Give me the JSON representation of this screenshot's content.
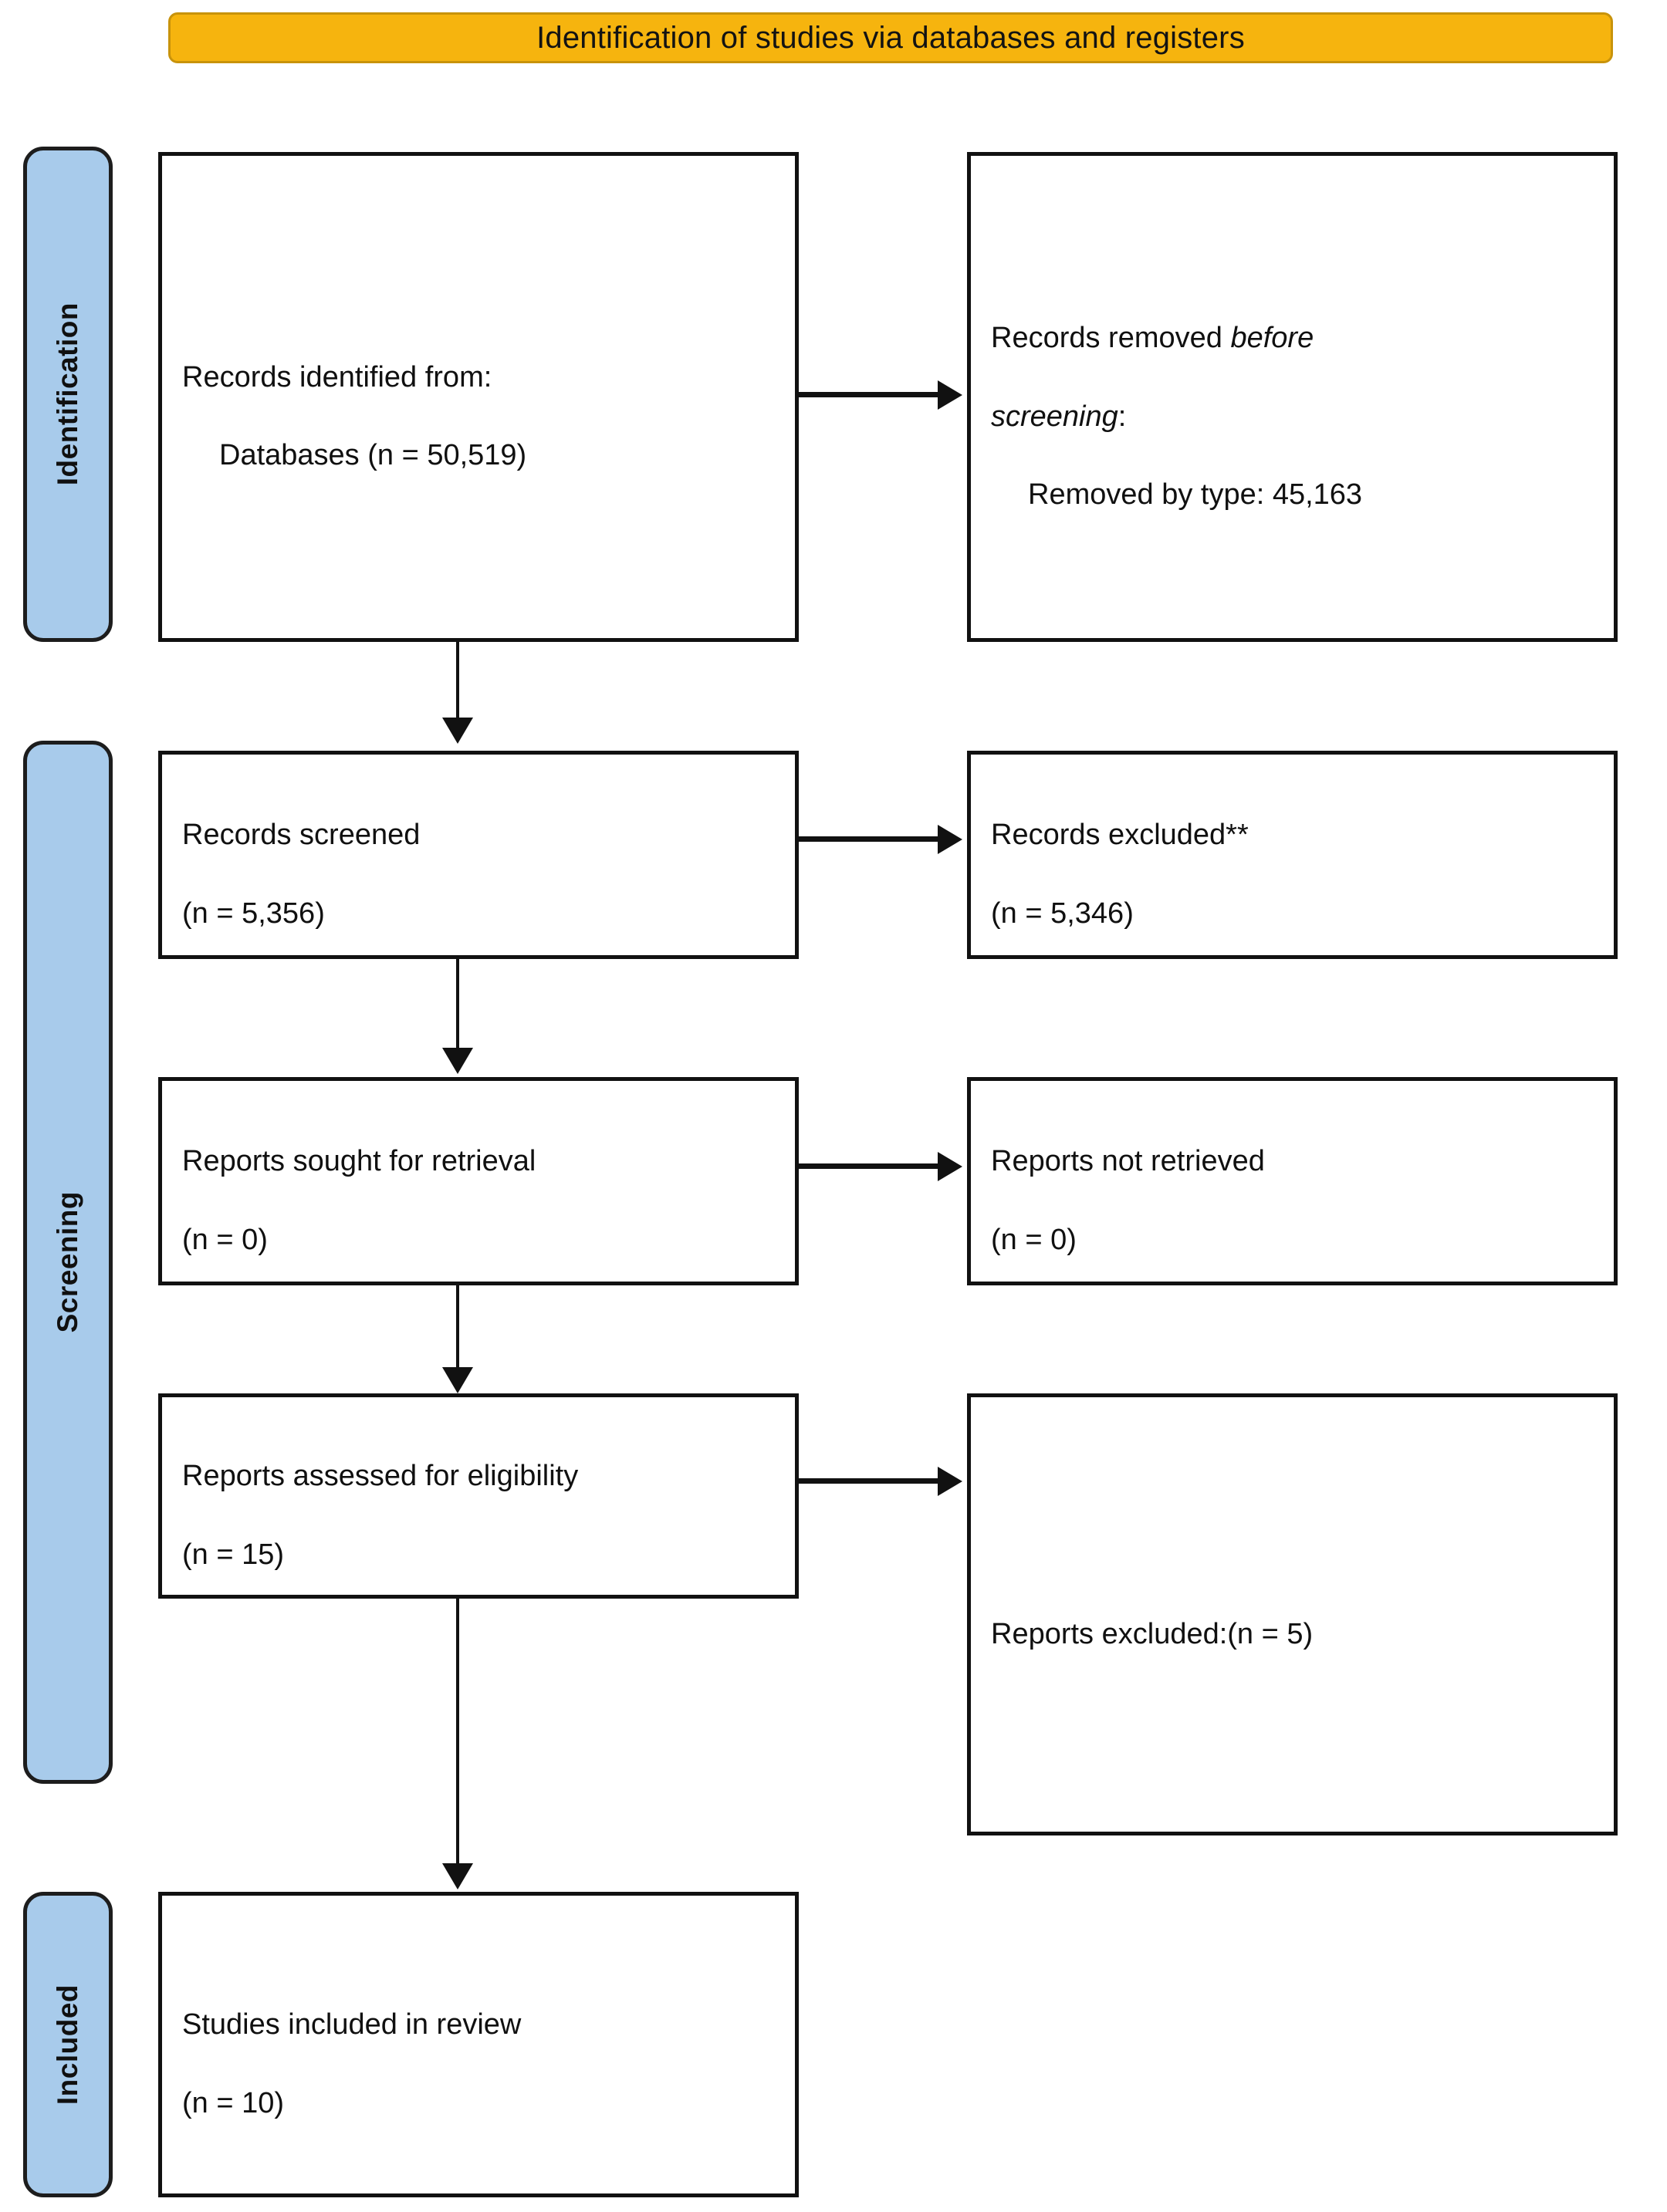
{
  "banner": {
    "title": "Identification of studies via databases and registers"
  },
  "colors": {
    "banner_bg": "#F6B40E",
    "banner_border": "#C8930B",
    "stage_bg": "#A8CBEB",
    "box_border": "#111111",
    "text": "#101010",
    "page_bg": "#FFFFFF"
  },
  "stages": [
    {
      "id": "identification",
      "label": "Identification"
    },
    {
      "id": "screening",
      "label": "Screening"
    },
    {
      "id": "included",
      "label": "Included"
    }
  ],
  "boxes": {
    "records_identified": {
      "line1": "Records identified from:",
      "line2": "Databases (n = 50,519)"
    },
    "records_removed": {
      "line1_pre": "Records removed ",
      "line1_italic": "before",
      "line2_italic": "screening",
      "line2_post": ":",
      "line3": "Removed by type: 45,163"
    },
    "records_screened": {
      "line1": "Records screened",
      "line2": "(n = 5,356)"
    },
    "records_excluded": {
      "line1": "Records excluded**",
      "line2": "(n = 5,346)"
    },
    "reports_sought": {
      "line1": "Reports sought for retrieval",
      "line2": "(n = 0)"
    },
    "reports_not_retrieved": {
      "line1": "Reports not retrieved",
      "line2": "(n = 0)"
    },
    "reports_assessed": {
      "line1": "Reports assessed for eligibility",
      "line2": "(n = 15)"
    },
    "reports_excluded": {
      "line1": "Reports excluded:(n = 5)"
    },
    "studies_included": {
      "line1": "Studies included in review",
      "line2": "(n = 10)"
    }
  },
  "chart_data": {
    "type": "diagram",
    "title": "Identification of studies via databases and registers",
    "nodes": [
      {
        "id": "records_identified",
        "stage": "Identification",
        "label": "Records identified from: Databases",
        "n": 50519
      },
      {
        "id": "records_removed",
        "stage": "Identification",
        "label": "Records removed before screening: Removed by type",
        "n": 45163
      },
      {
        "id": "records_screened",
        "stage": "Screening",
        "label": "Records screened",
        "n": 5356
      },
      {
        "id": "records_excluded",
        "stage": "Screening",
        "label": "Records excluded**",
        "n": 5346
      },
      {
        "id": "reports_sought",
        "stage": "Screening",
        "label": "Reports sought for retrieval",
        "n": 0
      },
      {
        "id": "reports_not_retrieved",
        "stage": "Screening",
        "label": "Reports not retrieved",
        "n": 0
      },
      {
        "id": "reports_assessed",
        "stage": "Screening",
        "label": "Reports assessed for eligibility",
        "n": 15
      },
      {
        "id": "reports_excluded",
        "stage": "Screening",
        "label": "Reports excluded:",
        "n": 5
      },
      {
        "id": "studies_included",
        "stage": "Included",
        "label": "Studies included in review",
        "n": 10
      }
    ],
    "edges": [
      {
        "from": "records_identified",
        "to": "records_removed",
        "direction": "right"
      },
      {
        "from": "records_identified",
        "to": "records_screened",
        "direction": "down"
      },
      {
        "from": "records_screened",
        "to": "records_excluded",
        "direction": "right"
      },
      {
        "from": "records_screened",
        "to": "reports_sought",
        "direction": "down"
      },
      {
        "from": "reports_sought",
        "to": "reports_not_retrieved",
        "direction": "right"
      },
      {
        "from": "reports_sought",
        "to": "reports_assessed",
        "direction": "down"
      },
      {
        "from": "reports_assessed",
        "to": "reports_excluded",
        "direction": "right"
      },
      {
        "from": "reports_assessed",
        "to": "studies_included",
        "direction": "down"
      }
    ]
  }
}
